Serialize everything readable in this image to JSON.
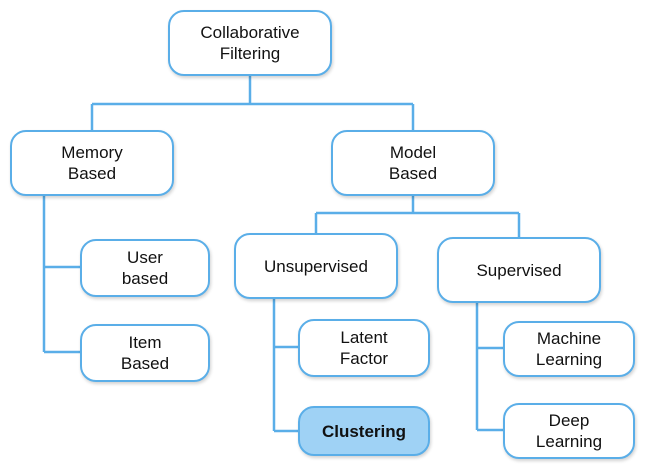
{
  "accent_color": "#5aaee8",
  "highlight_color": "#9fd2f5",
  "nodes": {
    "collaborative_filtering": {
      "line1": "Collaborative",
      "line2": "Filtering"
    },
    "memory_based": {
      "line1": "Memory",
      "line2": "Based"
    },
    "model_based": {
      "line1": "Model",
      "line2": "Based"
    },
    "user_based": {
      "line1": "User",
      "line2": "based"
    },
    "item_based": {
      "line1": "Item",
      "line2": "Based"
    },
    "unsupervised": {
      "line1": "Unsupervised"
    },
    "supervised": {
      "line1": "Supervised"
    },
    "latent_factor": {
      "line1": "Latent",
      "line2": "Factor"
    },
    "clustering": {
      "line1": "Clustering"
    },
    "machine_learning": {
      "line1": "Machine",
      "line2": "Learning"
    },
    "deep_learning": {
      "line1": "Deep",
      "line2": "Learning"
    }
  }
}
